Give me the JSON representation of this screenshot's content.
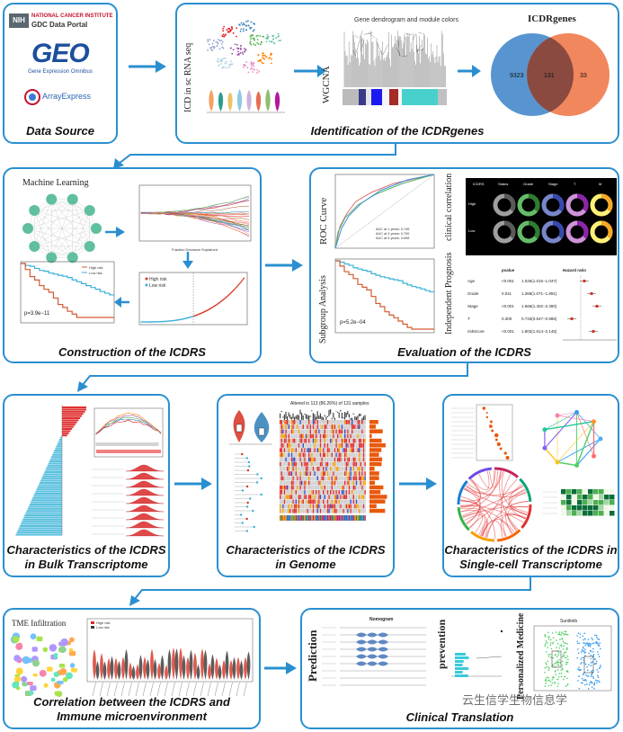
{
  "data_source": {
    "nih_badge": "NIH",
    "nci_line1": "NATIONAL CANCER INSTITUTE",
    "nci_line2": "GDC Data Portal",
    "geo_logo": "GEO",
    "geo_subtitle": "Gene Expression Omnibus",
    "arrayexpress": "ArrayExpress",
    "caption": "Data Source"
  },
  "identification": {
    "icd_label": "ICD in sc RNA seq",
    "wgcna_label": "WGCNA",
    "dendro_title": "Gene dendrogram and module colors",
    "venn_title": "ICDRgenes",
    "venn_left": "9323",
    "venn_mid": "131",
    "venn_right": "33",
    "caption": "Identification of the ICDRgenes"
  },
  "construction": {
    "ml_title": "Machine Learning",
    "legend_high": "High risk",
    "legend_low": "Low risk",
    "km_p": "p=3.9e−11",
    "lasso_xlab": "Fraction Deviance Explained",
    "caption": "Construction of the ICDRS"
  },
  "evaluation": {
    "roc_label": "ROC Curve",
    "roc_auc1": "AUC at 1 years: 0.746",
    "roc_auc3": "AUC at 3 years: 0.700",
    "roc_auc5": "AUC at 5 years: 0.698",
    "subgroup_label": "Subgroup Analysis",
    "subgroup_p": "p=5.2e−04",
    "clinical_label": "clinical correlation",
    "clinical_cols": [
      "ICDRS",
      "Status",
      "Grade",
      "Stage",
      "T",
      "M"
    ],
    "clinical_rows": [
      "High\n(n = 259)",
      "Low\n(n = 257)"
    ],
    "prog_label": "Independent Prognosis",
    "forest_h1": "pvalue",
    "forest_h2": "Hazard ratio",
    "forest_rows": [
      {
        "name": "Age",
        "p": "<0.001",
        "hr": "1.026(1.015−1.037)"
      },
      {
        "name": "Grade",
        "p": "0.011",
        "hr": "1.368(1.071−1.891)"
      },
      {
        "name": "Stage",
        "p": "<0.001",
        "hr": "1.666(1.402−2.380)"
      },
      {
        "name": "T",
        "p": "0.300",
        "hr": "0.733(0.547−0.986)"
      },
      {
        "name": "riskScore",
        "p": "<0.001",
        "hr": "1.802(1.514−2.145)"
      }
    ],
    "caption": "Evaluation of the ICDRS"
  },
  "bulk": {
    "caption_line1": "Characteristics of the ICDRS",
    "caption_line2": "in  Bulk Transcriptome"
  },
  "genome": {
    "onco_title": "Altered in 113 (86.26%) of 131 samples",
    "caption_line1": "Characteristics of the ICDRS",
    "caption_line2": "in Genome"
  },
  "singlecell": {
    "caption_line1": "Characteristics of the ICDRS in",
    "caption_line2": "Single-cell Transcriptome"
  },
  "tme": {
    "title": "TME Infiltration",
    "legend_high": "High risk",
    "legend_low": "Low risk",
    "caption_line1": "Correlation between the ICDRS and",
    "caption_line2": "Immune microenvironment"
  },
  "clinical": {
    "prediction_label": "Prediction",
    "nomogram_title": "Nomogram",
    "prevention_label": "prevention",
    "personalized_label": "Personalized Medicine",
    "drug_title": "Sunitinib",
    "caption": "Clinical Translation",
    "watermark": "云生信学生物信息学"
  }
}
